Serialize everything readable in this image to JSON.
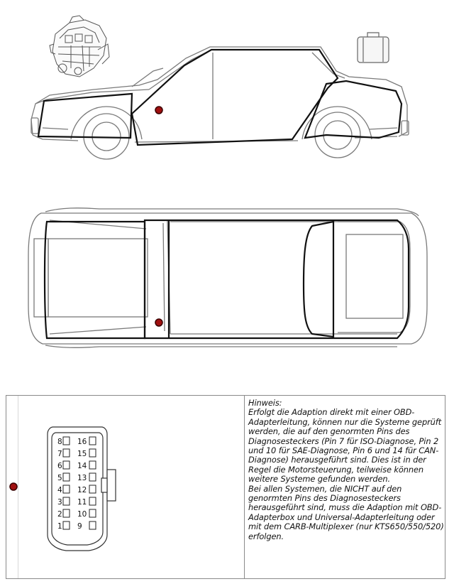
{
  "hint": {
    "title": "Hinweis:",
    "paragraph1": "Erfolgt die Adaption direkt mit einer OBD-Adapterleitung, können nur die Systeme geprüft werden, die auf den genormten Pins des Diagnosesteckers (Pin 7 für ISO-Diagnose, Pin 2 und 10 für SAE-Diagnose, Pin 6 und 14 für CAN-Diagnose) herausgeführt sind. Dies ist in der Regel die Motorsteuerung, teilweise können weitere Systeme gefunden werden.",
    "paragraph2": "Bei allen Systemen, die NICHT auf den genormten Pins des Diagnosesteckers herausgeführt sind, muss die Adaption mit OBD-Adapterbox und Universal-Adapterleitung oder mit dem CARB-Multiplexer (nur KTS650/550/520) erfolgen."
  },
  "connector": {
    "left_pins": [
      "8",
      "7",
      "6",
      "5",
      "4",
      "3",
      "2",
      "1"
    ],
    "right_pins": [
      "16",
      "15",
      "14",
      "13",
      "12",
      "11",
      "10",
      "9"
    ]
  },
  "colors": {
    "outline": "#7a7a7a",
    "zone": "#111111",
    "marker_fill": "#a01010",
    "marker_ring": "#3a0000"
  },
  "icons": {
    "engine": "engine-icon",
    "luggage": "suitcase-icon",
    "location": "diagnostic-socket-marker"
  }
}
